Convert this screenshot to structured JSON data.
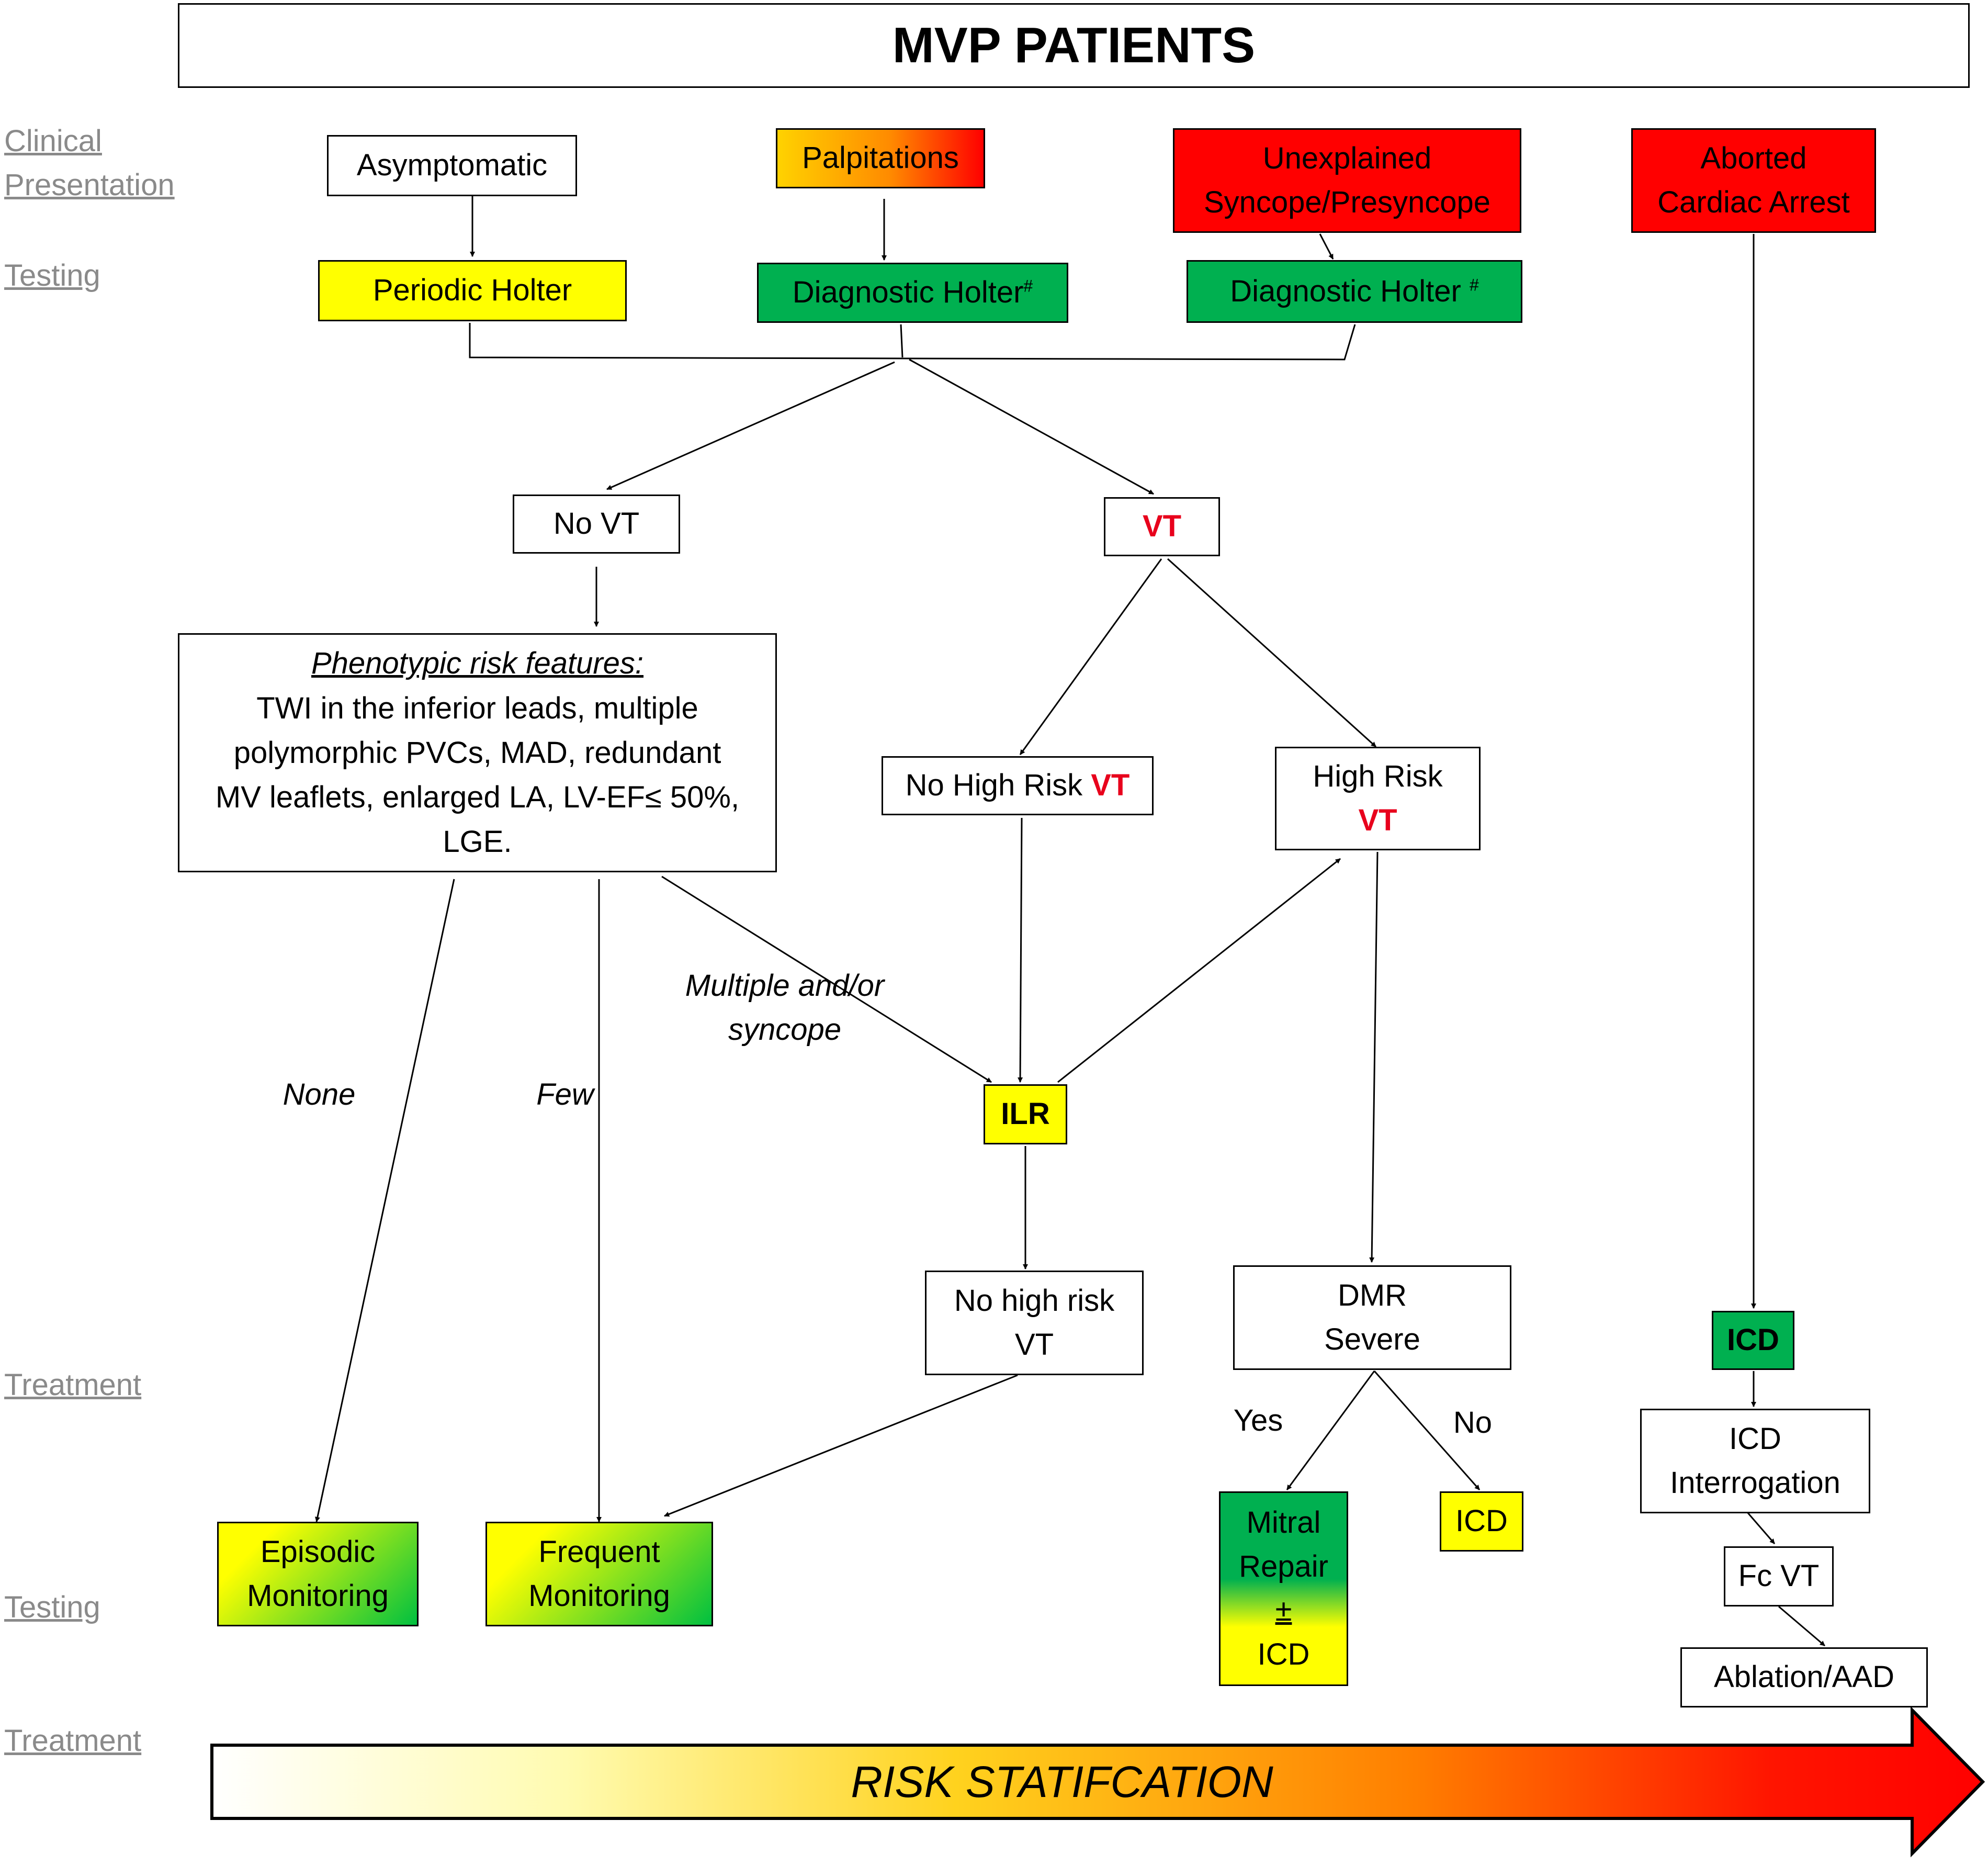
{
  "title": "MVP PATIENTS",
  "side_labels": {
    "clinical_line1": "Clinical",
    "clinical_line2": "Presentation",
    "testing_top": "Testing",
    "treatment_mid": "Treatment",
    "testing_bottom": "Testing",
    "treatment_bottom": "Treatment"
  },
  "nodes": {
    "asymptomatic": "Asymptomatic",
    "palpitations": "Palpitations",
    "syncope_line1": "Unexplained",
    "syncope_line2": "Syncope/Presyncope",
    "arrest_line1": "Aborted",
    "arrest_line2": "Cardiac Arrest",
    "periodic_holter": "Periodic Holter",
    "diag_holter_1": "Diagnostic Holter",
    "diag_holter_2": "Diagnostic Holter ",
    "diag_holter_mark": "#",
    "no_vt": "No VT",
    "vt": "VT",
    "pheno_heading": "Phenotypic risk features:",
    "pheno_line1": "TWI in the inferior leads, multiple",
    "pheno_line2": "polymorphic PVCs, MAD, redundant",
    "pheno_line3": "MV leaflets, enlarged LA, LV-EF≤ 50%,",
    "pheno_line4": "LGE.",
    "no_high_risk_vt_text": "No High Risk ",
    "no_high_risk_vt_red": "VT",
    "high_risk_line1": "High Risk",
    "high_risk_red": "VT",
    "ilr": "ILR",
    "no_high_risk_line1": "No high risk",
    "no_high_risk_line2": "VT",
    "dmr_line1": "DMR",
    "dmr_line2": "Severe",
    "icd_green": "ICD",
    "icd_interrogation_line1": "ICD",
    "icd_interrogation_line2": "Interrogation",
    "fc_vt": "Fc VT",
    "ablation": "Ablation/AAD",
    "episodic_line1": "Episodic",
    "episodic_line2": "Monitoring",
    "frequent_line1": "Frequent",
    "frequent_line2": "Monitoring",
    "mitral_line1": "Mitral",
    "mitral_line2": "Repair",
    "mitral_line3": "±",
    "mitral_line4": "ICD",
    "icd_yellow": "ICD"
  },
  "edge_labels": {
    "none": "None",
    "few": "Few",
    "multiple_line1": "Multiple and/or",
    "multiple_line2": "syncope",
    "yes": "Yes",
    "no": "No"
  },
  "risk_banner": "RISK STATIFCATION",
  "colors": {
    "yellow": "#ffff00",
    "green": "#00b050",
    "red": "#ff0000",
    "vt_text": "#e8001c",
    "side_label": "#8a8a8a"
  }
}
